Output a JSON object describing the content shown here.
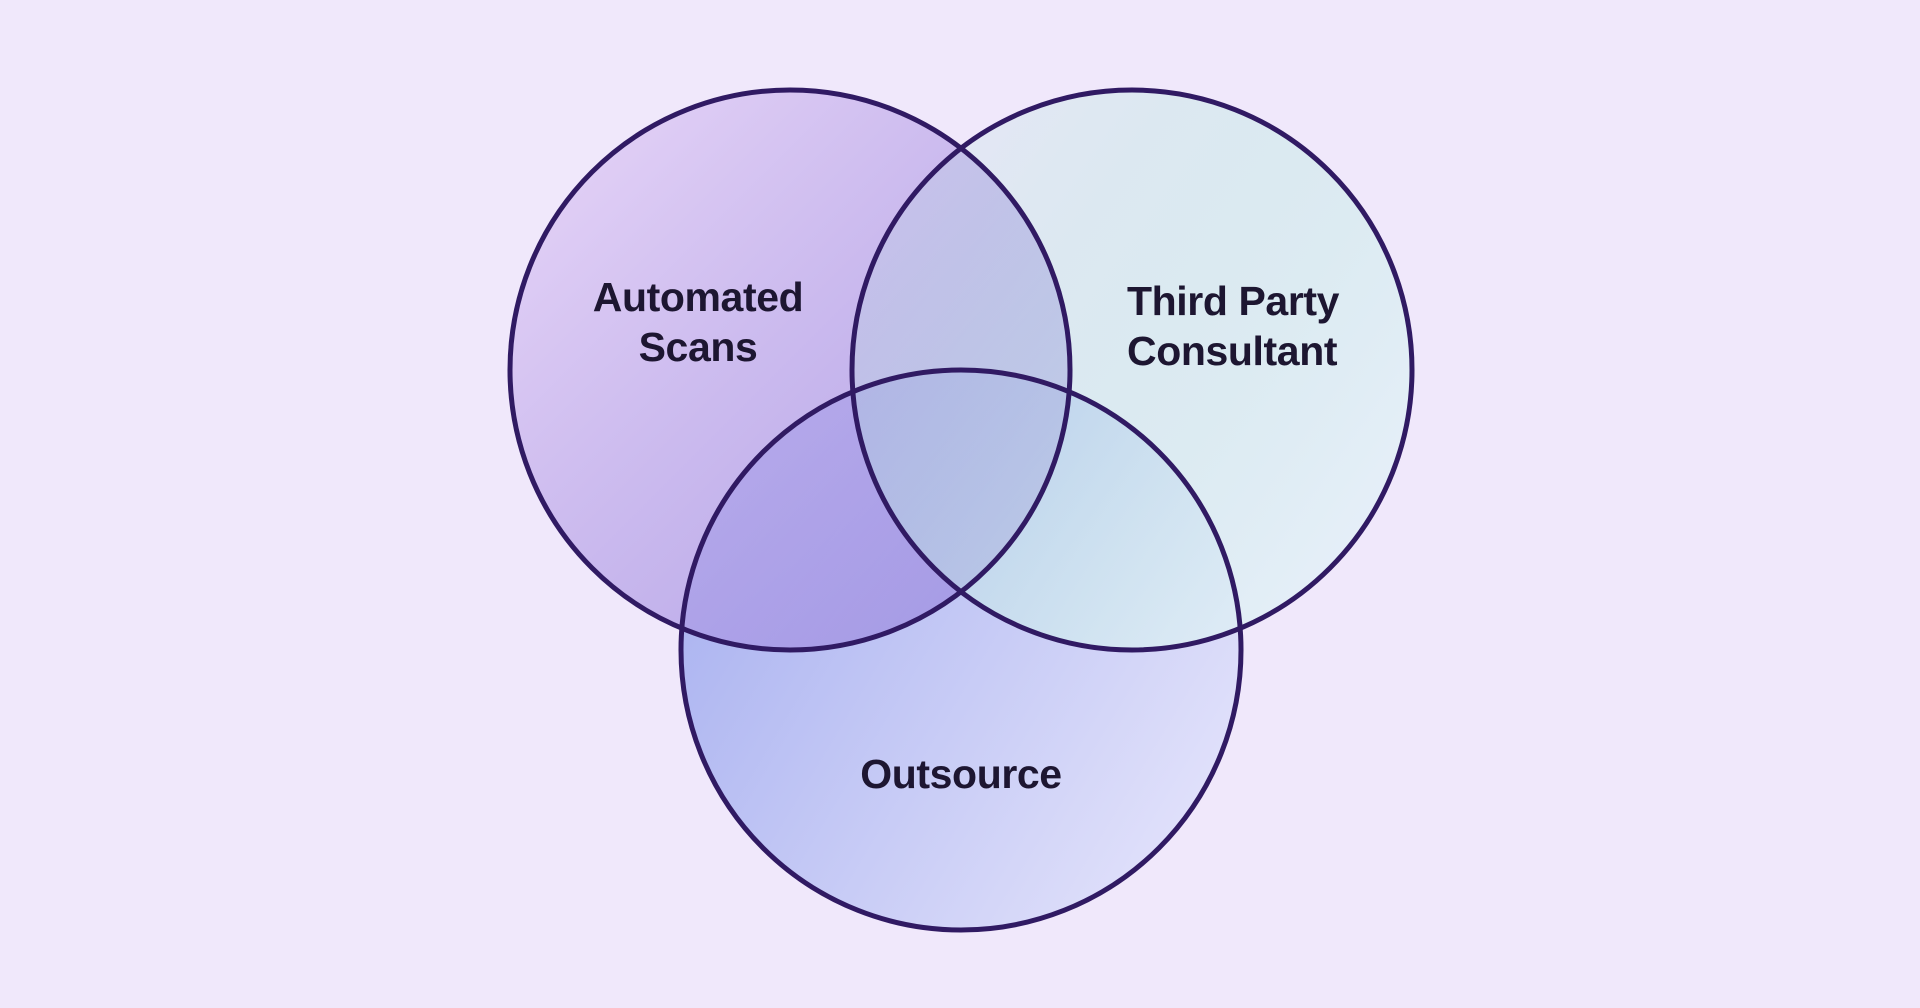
{
  "page": {
    "background_color": "#f0e8fb"
  },
  "diagram": {
    "type": "venn",
    "stroke_color": "#301a63",
    "text_color": "#1d1631",
    "sets": [
      {
        "name": "Automated Scans",
        "lines": [
          "Automated",
          "Scans"
        ],
        "fill_from": "#e9d5f8",
        "fill_to": "#8b77d9"
      },
      {
        "name": "Third Party Consultant",
        "lines": [
          "Third Party",
          "Consultant"
        ],
        "fill_from": "#a0e0d2",
        "fill_mid": "#b9e9df",
        "fill_to": "#e9f1fb"
      },
      {
        "name": "Outsource",
        "lines": [
          "Outsource"
        ],
        "fill_from": "#a3adef",
        "fill_to": "#e3e3fb"
      }
    ]
  }
}
